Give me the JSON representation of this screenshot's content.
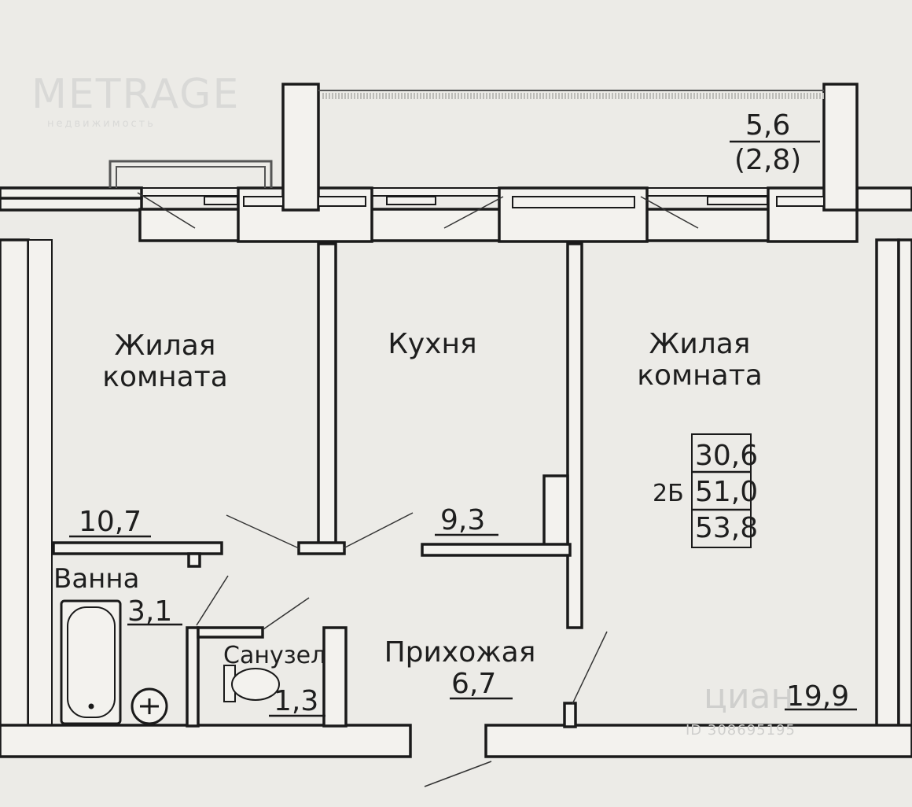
{
  "watermark": {
    "brand": "METRAGE",
    "tagline": "недвижимость",
    "cian": "циан",
    "cian_id": "ID 308695195"
  },
  "balcony": {
    "area": "5,6",
    "area_coef": "(2,8)"
  },
  "rooms": [
    {
      "name": "Жилая\nкомната",
      "area": "10,7"
    },
    {
      "name": "Кухня",
      "area": "9,3"
    },
    {
      "name": "Жилая\nкомната",
      "area": "19,9"
    },
    {
      "name": "Ванна",
      "area": "3,1"
    },
    {
      "name": "Санузел",
      "area": "1,3"
    },
    {
      "name": "Прихожая",
      "area": "6,7"
    }
  ],
  "summary": {
    "type": "2Б",
    "living_area": "30,6",
    "total_area": "51,0",
    "total_area_with_balcony": "53,8"
  },
  "colors": {
    "wall_fill": "#f3f2ee",
    "wall_stroke": "#1a1a1a",
    "background": "#ecebe7",
    "text": "#1e1e1e"
  }
}
